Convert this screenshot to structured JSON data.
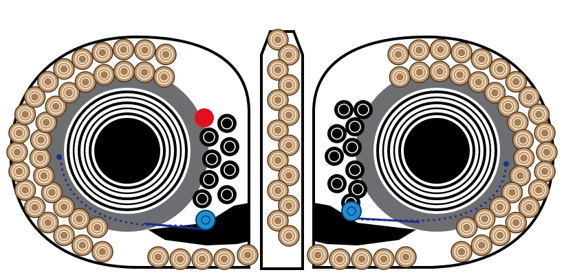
{
  "diagram": {
    "colors": {
      "background": "#ffffff",
      "outline": "#000000",
      "round_fill": "#c49a6c",
      "round_ring": "#a87c4f",
      "round_stroke": "#4a3520",
      "follower_fill": "#6d6e71",
      "spring_ring": "#000000",
      "black_round": "#000000",
      "black_round_ring": "#ffffff",
      "red_marker": "#e0101e",
      "blue_roller": "#1e8fd6",
      "blue_path": "#1a2f8a",
      "feed_lip": "#000000"
    },
    "elements": {
      "left_drum": "drum",
      "right_drum": "drum",
      "center_column": "feed-column",
      "red_marker": "last-round-marker",
      "blue_rollers": "follower-roller"
    }
  }
}
